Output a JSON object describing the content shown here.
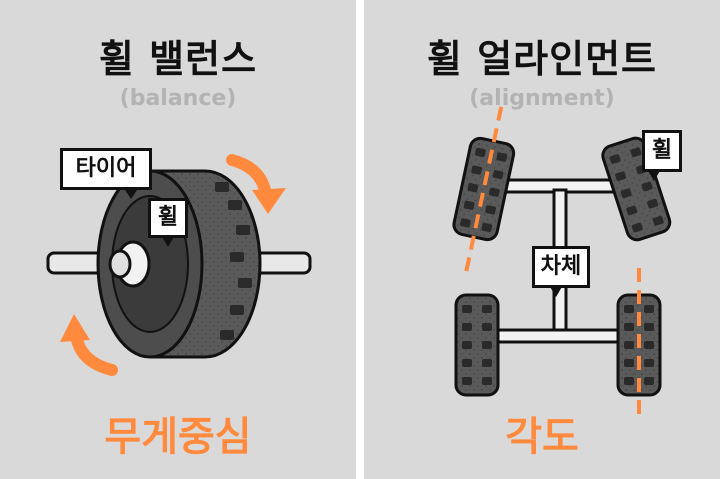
{
  "left": {
    "title": "휠 밸런스",
    "subtitle": "(balance)",
    "label_tire": "타이어",
    "label_wheel": "휠",
    "bottom": "무게중심"
  },
  "right": {
    "title": "휠 얼라인먼트",
    "subtitle": "(alignment)",
    "label_wheel": "휠",
    "label_body": "차체",
    "bottom": "각도"
  },
  "colors": {
    "background": "#d9d9d9",
    "accent": "#ff8a3d",
    "tire": "#555555",
    "outline": "#111111",
    "subtitle": "#b3b3b3"
  }
}
